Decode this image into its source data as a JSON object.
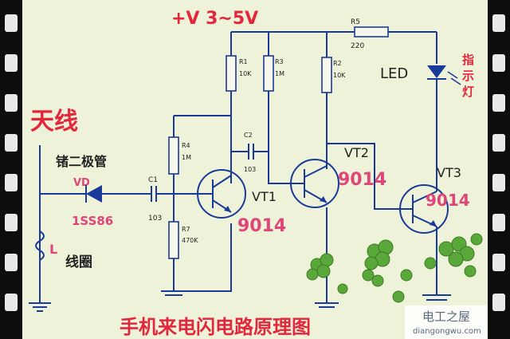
{
  "supply": "+V 3~5V",
  "antenna": "天线",
  "diode_title": "锗二极管",
  "vd": "VD",
  "diode_part": "1SS86",
  "coil_l": "L",
  "coil_name": "线圈",
  "c1": "C1",
  "c1_val": "103",
  "c2": "C2",
  "c2_val": "103",
  "r1": "R1",
  "r1_val": "10K",
  "r2": "R2",
  "r2_val": "10K",
  "r3": "R3",
  "r3_val": "1M",
  "r4": "R4",
  "r4_val": "1M",
  "r5": "R5",
  "r5_val": "220",
  "r7": "R7",
  "r7_val": "470K",
  "vt1": "VT1",
  "vt1_part": "9014",
  "vt2": "VT2",
  "vt2_part": "9014",
  "vt3": "VT3",
  "vt3_part": "9014",
  "led": "LED",
  "indicator": [
    "指",
    "示",
    "灯"
  ],
  "bottom_title": "手机来电闪电路原理图",
  "watermark_cn": "电工之屋",
  "watermark_url": "diangongwu.com",
  "colors": {
    "wire": "#1a3a9a",
    "background": "#eef2d8",
    "accent_red": "#e3263b",
    "accent_pink": "#e0457a"
  }
}
